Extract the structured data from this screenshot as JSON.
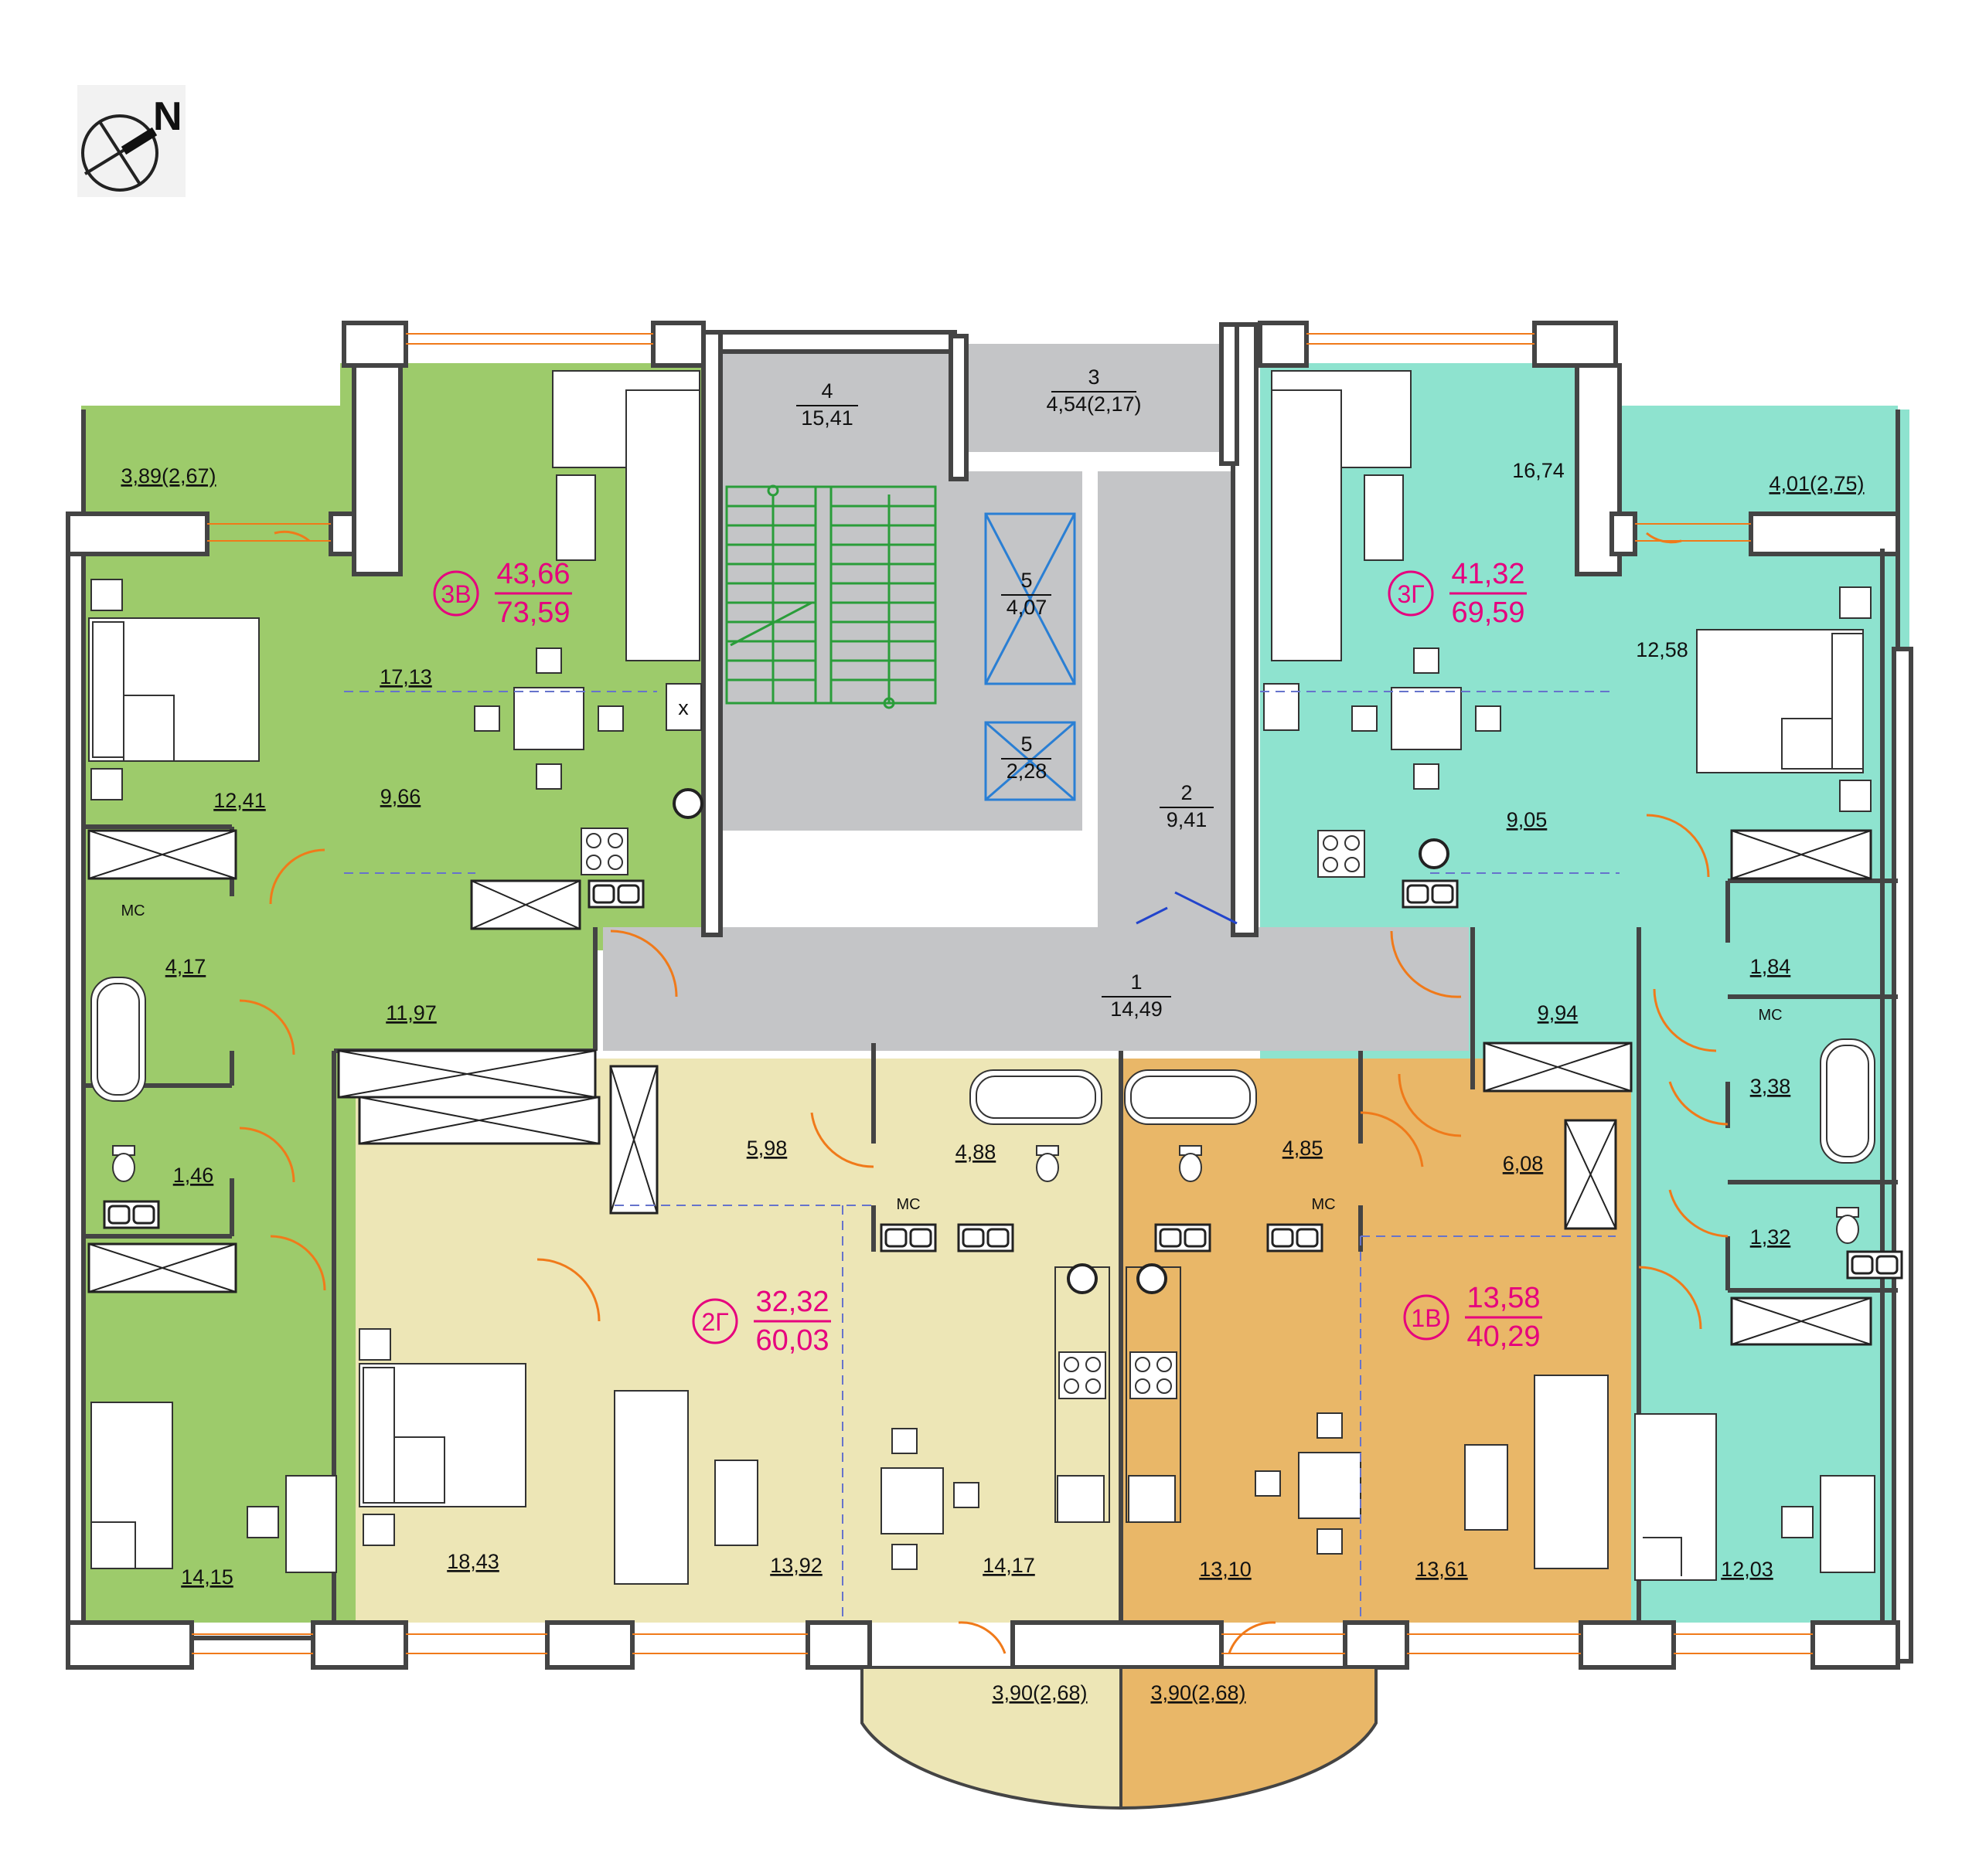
{
  "compass": {
    "label": "N",
    "icon": "north-compass-icon"
  },
  "colors": {
    "apt_3v": "#9dcb6b",
    "apt_3g": "#8ee3cf",
    "apt_2g": "#ede6b6",
    "apt_1v": "#e9b768",
    "common": "#c4c5c7",
    "wall": "#555555",
    "stairs": "#2a9d3a",
    "accent": "#e6007e",
    "door": "#f07a1a"
  },
  "apartments": {
    "a3v": {
      "code": "3В",
      "living": "43,66",
      "total": "73,59"
    },
    "a3g": {
      "code": "3Г",
      "living": "41,32",
      "total": "69,59"
    },
    "a2g": {
      "code": "2Г",
      "living": "32,32",
      "total": "60,03"
    },
    "a1v": {
      "code": "1В",
      "living": "13,58",
      "total": "40,29"
    }
  },
  "common": {
    "r1": {
      "num": "1",
      "area": "14,49"
    },
    "r2": {
      "num": "2",
      "area": "9,41"
    },
    "r3": {
      "num": "3",
      "area": "4,54(2,17)"
    },
    "r4": {
      "num": "4",
      "area": "15,41"
    },
    "r5a": {
      "num": "5",
      "area": "4,07"
    },
    "r5b": {
      "num": "5",
      "area": "2,28"
    }
  },
  "rooms": {
    "v_balcony": "3,89(2,67)",
    "v_bed1": "12,41",
    "v_liv": "17,13",
    "v_kit": "9,66",
    "v_bath": "4,17",
    "v_hall": "11,97",
    "v_wc": "1,46",
    "v_bed2": "14,15",
    "g3_liv": "16,74",
    "g3_balcony": "4,01(2,75)",
    "g3_bed1": "12,58",
    "g3_kit": "9,05",
    "g3_stor": "1,84",
    "g3_hall": "9,94",
    "g3_bath": "3,38",
    "g3_wc": "1,32",
    "g3_bed2": "12,03",
    "g2_hall": "5,98",
    "g2_bath": "4,88",
    "g2_bed": "18,43",
    "g2_liv": "13,92",
    "g2_kit": "14,17",
    "g2_balcony": "3,90(2,68)",
    "v1_bath": "4,85",
    "v1_hall": "6,08",
    "v1_kit": "13,10",
    "v1_liv": "13,61",
    "v1_balcony": "3,90(2,68)"
  },
  "fixtures": {
    "mc": "МС",
    "vent": "х"
  }
}
